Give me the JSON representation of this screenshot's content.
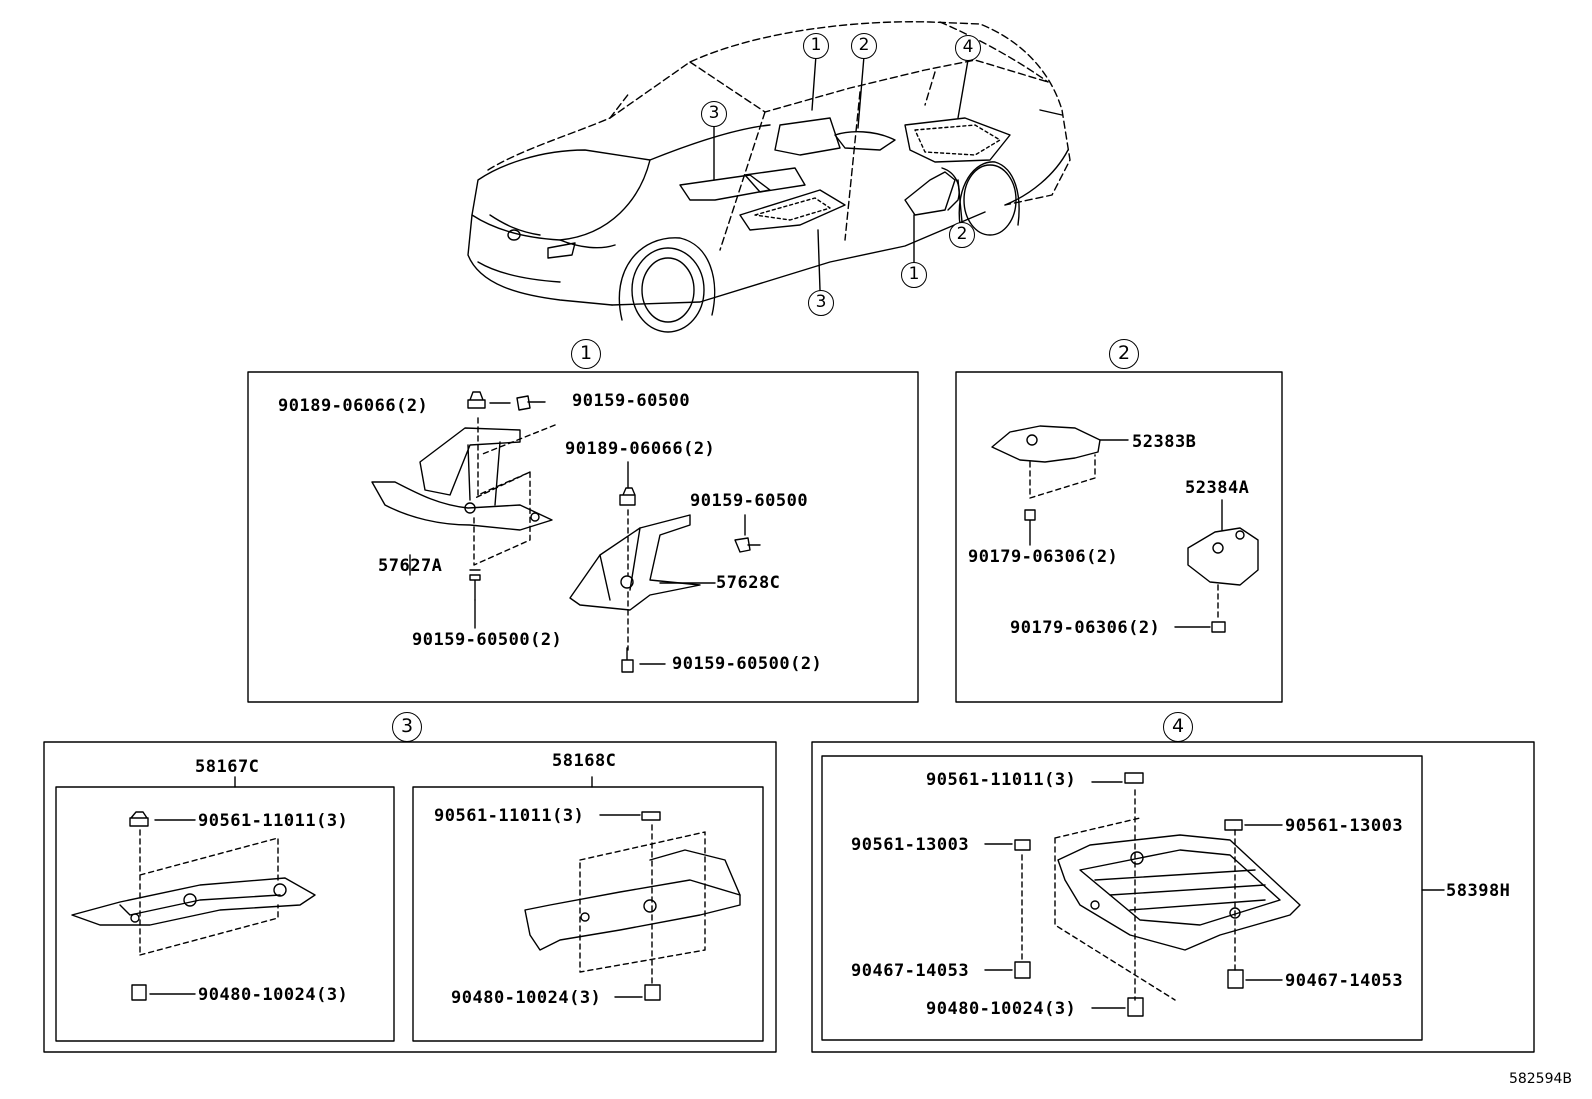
{
  "diagram_code": "582594B",
  "car_callouts": [
    "1",
    "2",
    "4",
    "3",
    "3",
    "1",
    "2"
  ],
  "sections": {
    "s1": {
      "number": "1",
      "labels": {
        "l1": "90189-06066(2)",
        "l2": "90159-60500",
        "l3": "90189-06066(2)",
        "l4": "90159-60500",
        "l5": "57627A",
        "l6": "57628C",
        "l7": "90159-60500(2)",
        "l8": "90159-60500(2)"
      }
    },
    "s2": {
      "number": "2",
      "labels": {
        "l1": "52383B",
        "l2": "52384A",
        "l3": "90179-06306(2)",
        "l4": "90179-06306(2)"
      }
    },
    "s3": {
      "number": "3",
      "left": {
        "part": "58167C",
        "top": "90561-11011(3)",
        "bottom": "90480-10024(3)"
      },
      "right": {
        "part": "58168C",
        "top": "90561-11011(3)",
        "bottom": "90480-10024(3)"
      }
    },
    "s4": {
      "number": "4",
      "labels": {
        "l1": "90561-11011(3)",
        "l2": "90561-13003",
        "l3": "90561-13003",
        "l4": "58398H",
        "l5": "90467-14053",
        "l6": "90467-14053",
        "l7": "90480-10024(3)"
      }
    }
  }
}
